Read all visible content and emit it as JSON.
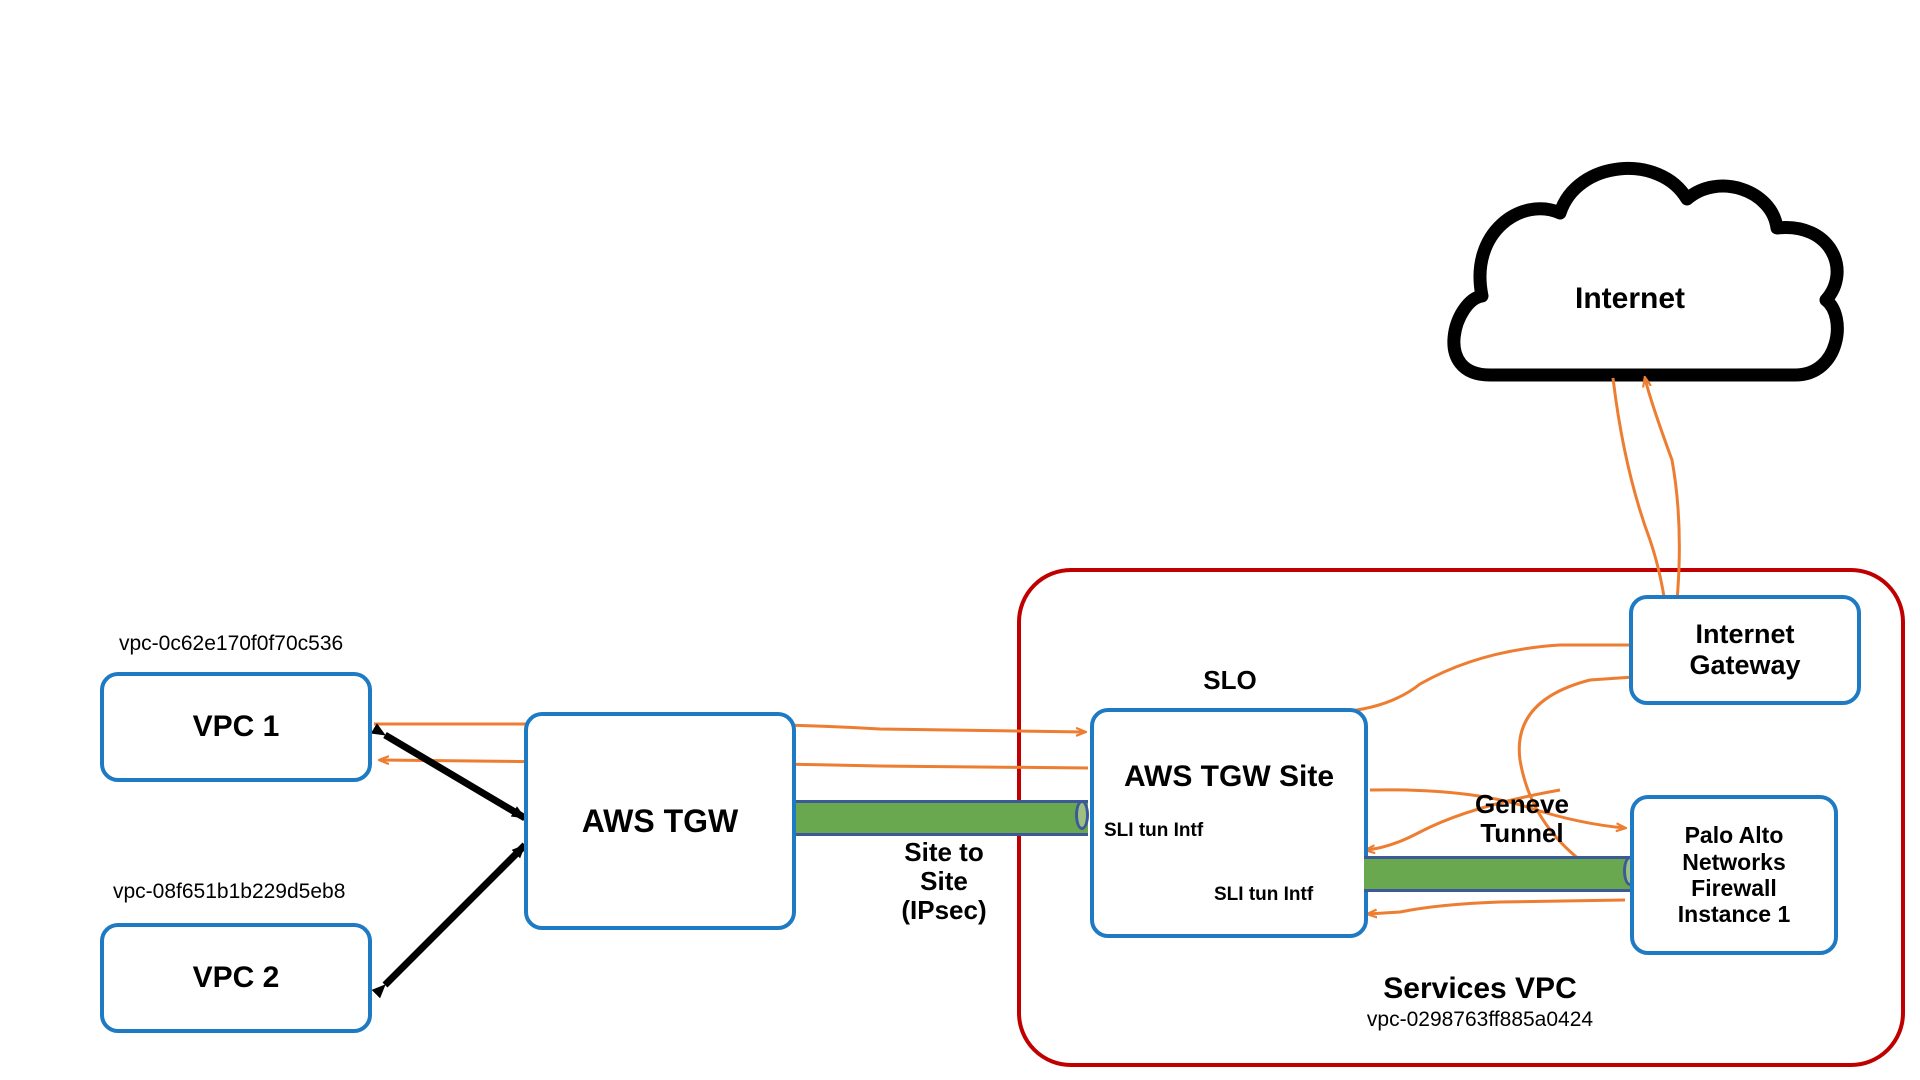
{
  "diagram": {
    "title": "AWS Transit Gateway to Palo Alto Networks Firewall via Services VPC",
    "colors": {
      "node_border": "#1F7AC4",
      "vpc_boundary": "#C00000",
      "flow_arrow": "#ED7D31",
      "peering_arrow": "#000000",
      "tunnel_fill": "#6AA84F",
      "tunnel_border": "#3C5A9A",
      "cloud_stroke": "#000000"
    }
  },
  "nodes": {
    "internet": {
      "label": "Internet",
      "shape": "cloud"
    },
    "vpc1": {
      "label": "VPC 1",
      "vpc_id": "vpc-0c62e170f0f70c536"
    },
    "vpc2": {
      "label": "VPC 2",
      "vpc_id": "vpc-08f651b1b229d5eb8"
    },
    "tgw": {
      "label": "AWS TGW"
    },
    "tgw_site": {
      "label": "AWS TGW Site",
      "slo_label": "SLO",
      "sli_top_label": "SLI tun Intf",
      "sli_bottom_label": "SLI tun Intf"
    },
    "internet_gateway": {
      "label": "Internet\nGateway"
    },
    "firewall": {
      "label": "Palo Alto\nNetworks\nFirewall\nInstance 1"
    }
  },
  "boundaries": {
    "services_vpc": {
      "label": "Services VPC",
      "vpc_id": "vpc-0298763ff885a0424"
    }
  },
  "tunnels": {
    "site_to_site": {
      "label": "Site to\nSite\n(IPsec)",
      "type": "IPsec"
    },
    "geneve": {
      "label": "Geneve\nTunnel",
      "type": "Geneve"
    }
  }
}
